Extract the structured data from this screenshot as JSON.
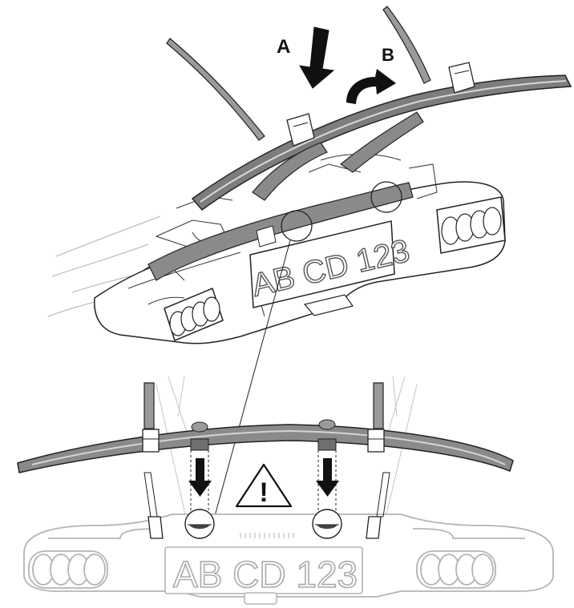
{
  "labels": {
    "step_a": "A",
    "step_b": "B",
    "plate_upper": "AB CD 123",
    "plate_lower": "AB CD 123",
    "warning_mark": "!"
  },
  "icons": {
    "warning": "warning-triangle-icon",
    "arrow_down": "arrow-down-icon",
    "arrow_curved": "curved-arrow-icon"
  },
  "colors": {
    "line": "#222222",
    "rail_fill": "#8a8a8a",
    "ghost": "#b4b4b4",
    "background": "#ffffff"
  }
}
